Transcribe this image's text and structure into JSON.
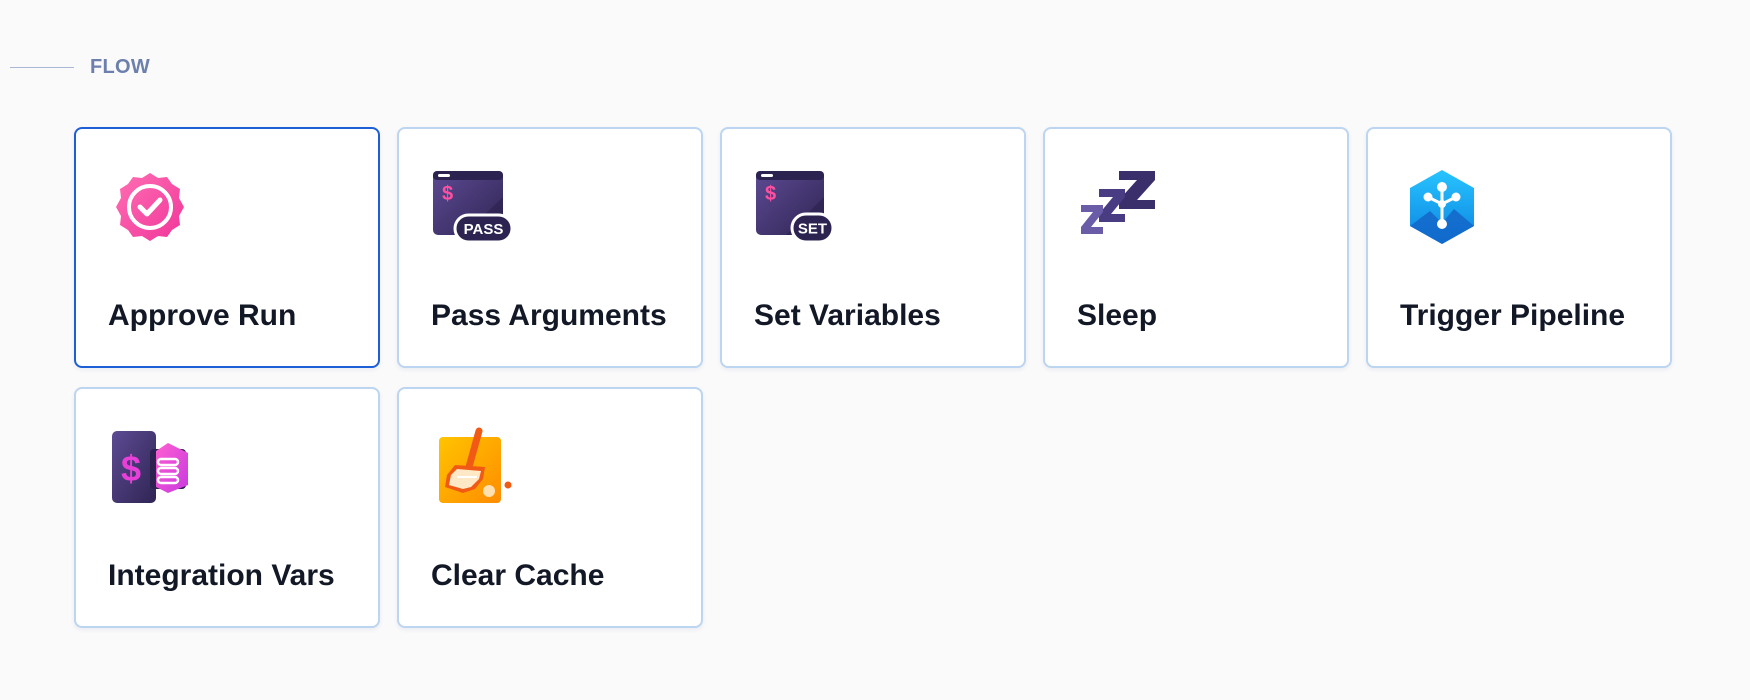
{
  "section": {
    "title": "FLOW"
  },
  "cards": [
    {
      "label": "Approve Run",
      "icon": "approve-check-icon",
      "selected": true
    },
    {
      "label": "Pass Arguments",
      "icon": "pass-arguments-icon",
      "selected": false
    },
    {
      "label": "Set Variables",
      "icon": "set-variables-icon",
      "selected": false
    },
    {
      "label": "Sleep",
      "icon": "sleep-zzz-icon",
      "selected": false
    },
    {
      "label": "Trigger Pipeline",
      "icon": "trigger-pipeline-icon",
      "selected": false
    },
    {
      "label": "Integration Vars",
      "icon": "integration-vars-icon",
      "selected": false
    },
    {
      "label": "Clear Cache",
      "icon": "clear-cache-broom-icon",
      "selected": false
    }
  ],
  "badges": {
    "pass": "PASS",
    "set": "SET",
    "dollar": "$"
  },
  "colors": {
    "selected_border": "#1d5fd6",
    "card_border": "#bcd5f0",
    "section_title": "#6d80ad",
    "pink": "#ff4fa0",
    "purple_dark": "#3b2f63",
    "blue": "#1aa3ee",
    "orange": "#ff9a00"
  }
}
